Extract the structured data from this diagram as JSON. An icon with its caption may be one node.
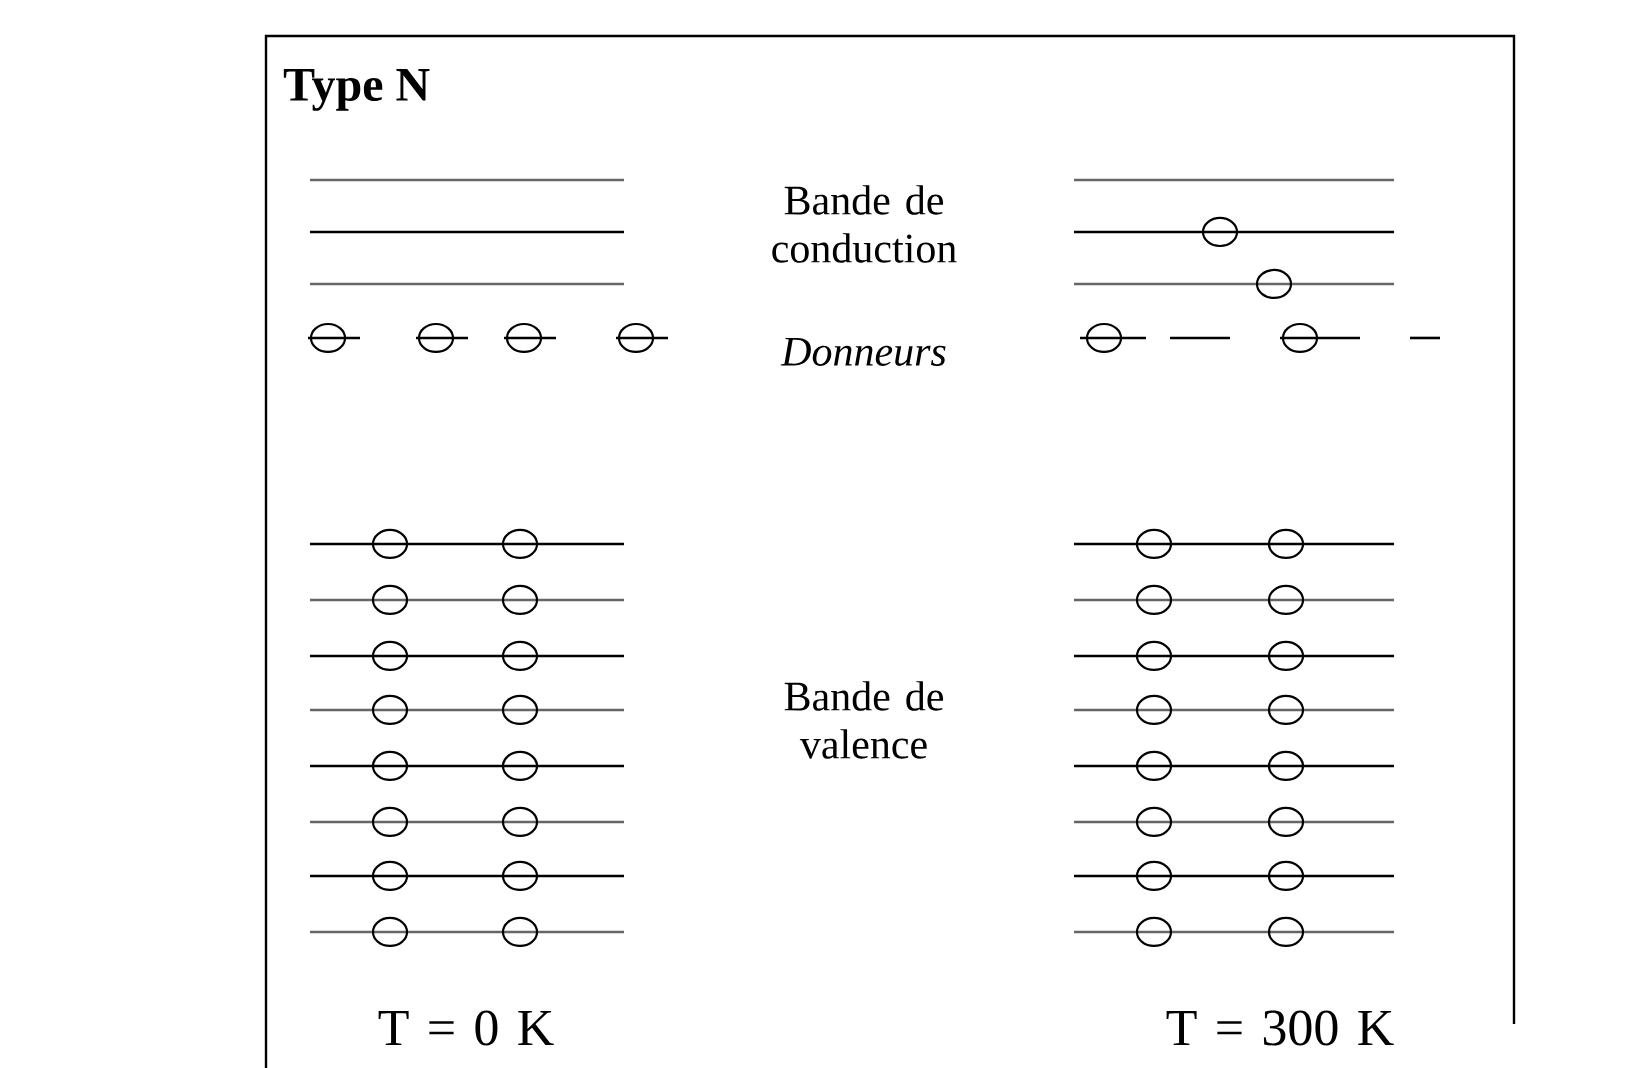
{
  "diagram": {
    "title": "Type N",
    "labels": [
      "Bande de conduction",
      "Donneurs",
      "Bande de valence",
      "T = 0 K",
      "T = 300 K"
    ]
  }
}
